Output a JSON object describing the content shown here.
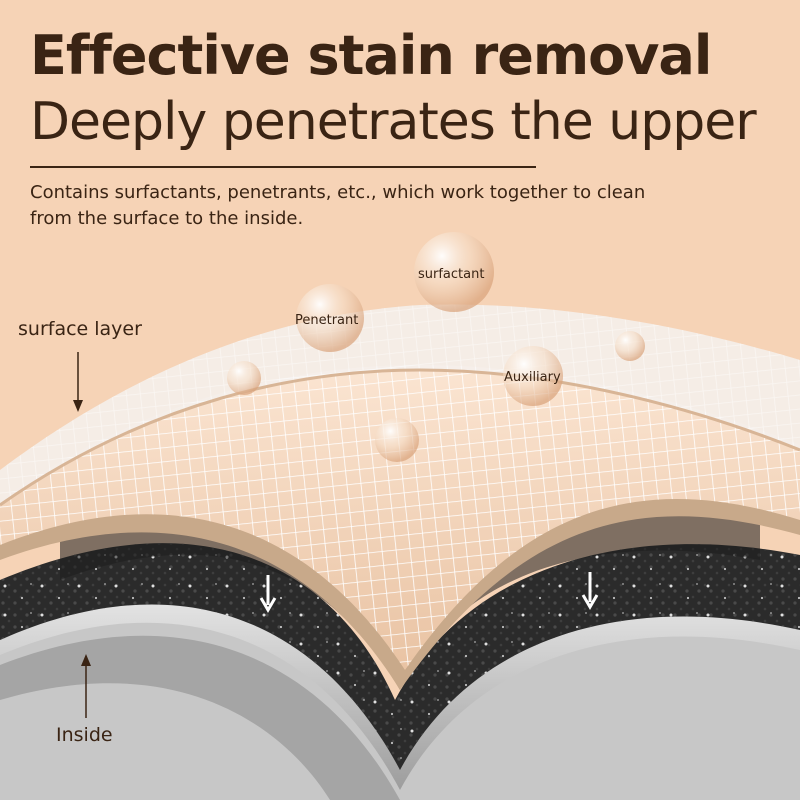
{
  "headline": "Effective stain removal",
  "subheadline": "Deeply penetrates the upper",
  "description": "Contains surfactants, penetrants, etc., which work together to clean from the surface to the inside.",
  "labels": {
    "surface_layer": "surface layer",
    "inside": "Inside",
    "surfactant": "surfactant",
    "penetrant": "Penetrant",
    "auxiliary": "Auxiliary"
  },
  "colors": {
    "background": "#f6d3b6",
    "text": "#3a2414",
    "mesh": "#f3d6bd",
    "dark_layer": "#2c2c2c",
    "silver_layer": "#b9b9b9"
  },
  "icons": [
    "arrow-down-icon",
    "droplet-icon"
  ]
}
